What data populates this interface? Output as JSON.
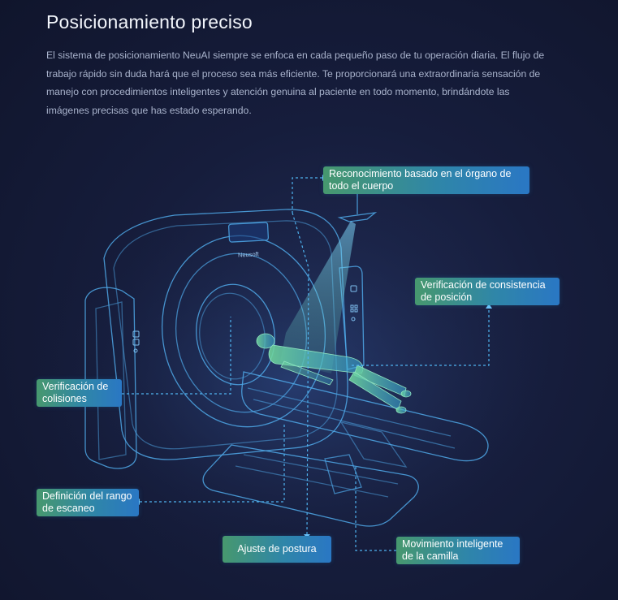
{
  "header": {
    "title": "Posicionamiento preciso",
    "description": "El sistema de posicionamiento NeuAI siempre se enfoca en cada pequeño paso de tu operación diaria. El flujo de trabajo rápido sin duda hará que el proceso sea más eficiente. Te proporcionará una extraordinaria sensación de manejo con procedimientos inteligentes y atención genuina al paciente en todo momento, brindándote las imágenes precisas que has estado esperando."
  },
  "scanner": {
    "brand": "Neusoft"
  },
  "labels": {
    "organ_recognition": "Reconocimiento basado en el órgano de todo el cuerpo",
    "position_consistency": "Verificación de consistencia de posición",
    "collision_check": "Verificación de colisiones",
    "scan_range": "Definición del rango de escaneo",
    "posture_adjust": "Ajuste de postura",
    "smart_table": "Movimiento inteligente de la camilla"
  },
  "colors": {
    "line": "#4fa8e8",
    "label_start": "#47986e",
    "label_end": "#2a77c4",
    "patient": "#59c9a0"
  }
}
